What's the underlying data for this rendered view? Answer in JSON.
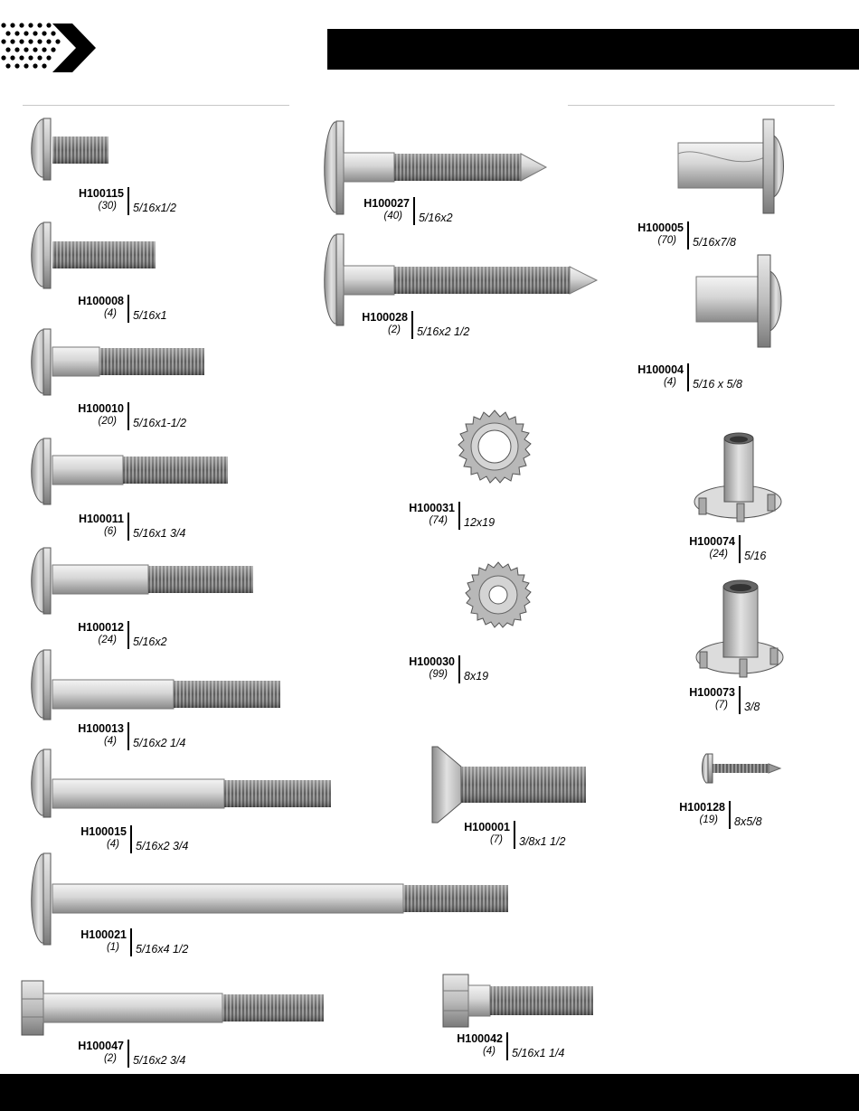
{
  "parts": [
    {
      "code": "H100115",
      "qty": "(30)",
      "size": "5/16x1/2",
      "icon": "truss-head-bolt-icon"
    },
    {
      "code": "H100008",
      "qty": "(4)",
      "size": "5/16x1",
      "icon": "truss-head-bolt-icon"
    },
    {
      "code": "H100010",
      "qty": "(20)",
      "size": "5/16x1-1/2",
      "icon": "truss-head-bolt-icon"
    },
    {
      "code": "H100011",
      "qty": "(6)",
      "size": "5/16x1 3/4",
      "icon": "truss-head-bolt-icon"
    },
    {
      "code": "H100012",
      "qty": "(24)",
      "size": "5/16x2",
      "icon": "truss-head-bolt-icon"
    },
    {
      "code": "H100013",
      "qty": "(4)",
      "size": "5/16x2 1/4",
      "icon": "truss-head-bolt-icon"
    },
    {
      "code": "H100015",
      "qty": "(4)",
      "size": "5/16x2 3/4",
      "icon": "truss-head-bolt-icon"
    },
    {
      "code": "H100021",
      "qty": "(1)",
      "size": "5/16x4 1/2",
      "icon": "truss-head-bolt-icon"
    },
    {
      "code": "H100047",
      "qty": "(2)",
      "size": "5/16x2 3/4",
      "icon": "hex-bolt-icon"
    },
    {
      "code": "H100027",
      "qty": "(40)",
      "size": "5/16x2",
      "icon": "pointed-screw-icon"
    },
    {
      "code": "H100028",
      "qty": "(2)",
      "size": "5/16x2 1/2",
      "icon": "pointed-screw-icon"
    },
    {
      "code": "H100031",
      "qty": "(74)",
      "size": "12x19",
      "icon": "lock-washer-icon"
    },
    {
      "code": "H100030",
      "qty": "(99)",
      "size": "8x19",
      "icon": "lock-washer-icon"
    },
    {
      "code": "H100001",
      "qty": "(7)",
      "size": "3/8x1 1/2",
      "icon": "flat-head-bolt-icon"
    },
    {
      "code": "H100042",
      "qty": "(4)",
      "size": "5/16x1 1/4",
      "icon": "hex-bolt-icon"
    },
    {
      "code": "H100005",
      "qty": "(70)",
      "size": "5/16x7/8",
      "icon": "barrel-nut-icon"
    },
    {
      "code": "H100004",
      "qty": "(4)",
      "size": "5/16 x 5/8",
      "icon": "barrel-nut-icon"
    },
    {
      "code": "H100074",
      "qty": "(24)",
      "size": "5/16",
      "icon": "t-nut-icon"
    },
    {
      "code": "H100073",
      "qty": "(7)",
      "size": "3/8",
      "icon": "t-nut-icon"
    },
    {
      "code": "H100128",
      "qty": "(19)",
      "size": "8x5/8",
      "icon": "small-screw-icon"
    }
  ]
}
